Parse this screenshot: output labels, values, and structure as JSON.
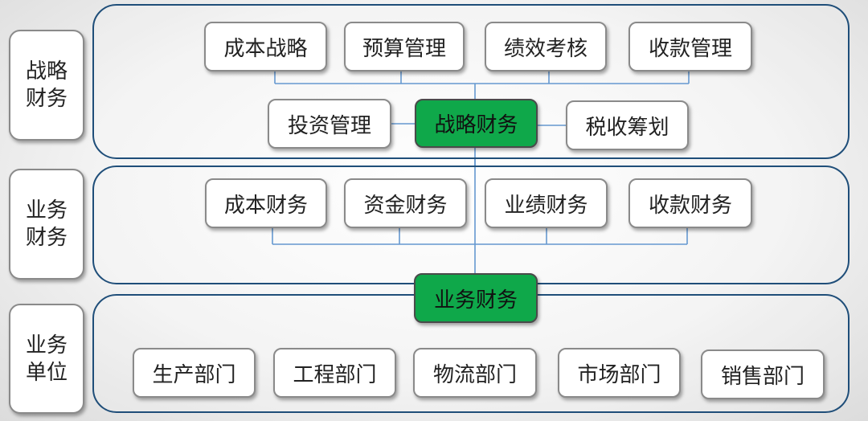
{
  "sections": {
    "strategic": {
      "label": "战略财务"
    },
    "business": {
      "label": "业务财务"
    },
    "units": {
      "label": "业务单位"
    }
  },
  "strategic_row1": [
    "成本战略",
    "预算管理",
    "绩效考核",
    "收款管理"
  ],
  "strategic_row2": {
    "left": "投资管理",
    "center": "战略财务",
    "right": "税收筹划"
  },
  "business_row": [
    "成本财务",
    "资金财务",
    "业绩财务",
    "收款财务"
  ],
  "business_center": "业务财务",
  "departments": [
    "生产部门",
    "工程部门",
    "物流部门",
    "市场部门",
    "销售部门"
  ],
  "colors": {
    "panel_border": "#1f4e79",
    "highlight": "#0fa84a",
    "connector": "#4a86c8"
  }
}
